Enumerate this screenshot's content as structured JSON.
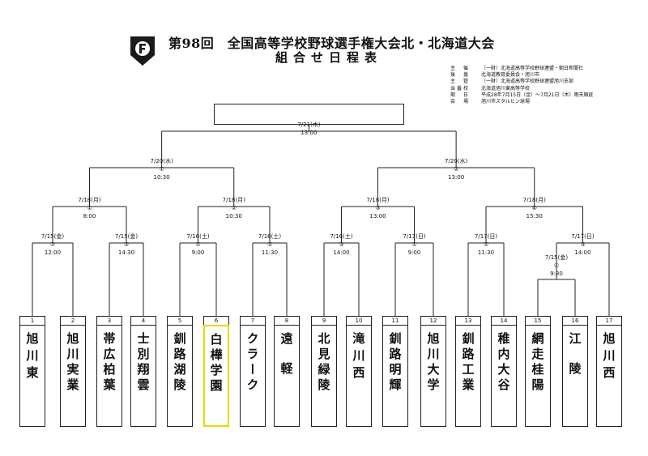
{
  "header": {
    "title": "第98回　全国高等学校野球選手権大会北・北海道大会",
    "subtitle": "組合せ日程表"
  },
  "info": [
    {
      "label": "主　催",
      "value": "（一財）北海道高等学校野球連盟・朝日新聞社"
    },
    {
      "label": "後　援",
      "value": "北海道教育委員会・旭川市"
    },
    {
      "label": "主　管",
      "value": "（一財）北海道高等学校野球連盟旭川支部"
    },
    {
      "label": "当番校",
      "value": "北海道旭川東高等学校"
    },
    {
      "label": "期　日",
      "value": "平成28年7月15日（金）〜7月21日（木）雨天順延"
    },
    {
      "label": "会　場",
      "value": "旭川市スタルヒン球場"
    }
  ],
  "final": {
    "date": "7/21(木)",
    "time": "13:00"
  },
  "semis": [
    {
      "date": "7/20(水)",
      "no": "①",
      "time": "10:30"
    },
    {
      "date": "7/20(水)",
      "no": "②",
      "time": "13:00"
    }
  ],
  "quarters": [
    {
      "date": "7/18(月)",
      "no": "①",
      "time": "8:00"
    },
    {
      "date": "7/18(月)",
      "no": "②",
      "time": "10:30"
    },
    {
      "date": "7/18(月)",
      "no": "③",
      "time": "13:00"
    },
    {
      "date": "7/18(月)",
      "no": "④",
      "time": "15:30"
    }
  ],
  "round2": [
    {
      "date": "7/15(金)",
      "no": "②",
      "time": "12:00"
    },
    {
      "date": "7/15(金)",
      "no": "③",
      "time": "14:30"
    },
    {
      "date": "7/16(土)",
      "no": "①",
      "time": "9:00"
    },
    {
      "date": "7/16(土)",
      "no": "②",
      "time": "11:30"
    },
    {
      "date": "7/16(土)",
      "no": "③",
      "time": "14:00"
    },
    {
      "date": "7/17(日)",
      "no": "①",
      "time": "9:00"
    },
    {
      "date": "7/17(日)",
      "no": "②",
      "time": "11:30"
    },
    {
      "date": "7/17(日)",
      "no": "③",
      "time": "14:00"
    }
  ],
  "round1": {
    "date": "7/15(金)",
    "no": "①",
    "time": "9:30"
  },
  "teams": [
    {
      "no": "1",
      "name": "旭川東"
    },
    {
      "no": "2",
      "name": "旭川実業"
    },
    {
      "no": "3",
      "name": "帯広柏葉"
    },
    {
      "no": "4",
      "name": "士別翔雲"
    },
    {
      "no": "5",
      "name": "釧路湖陵"
    },
    {
      "no": "6",
      "name": "白樺学園"
    },
    {
      "no": "7",
      "name": "クラーク"
    },
    {
      "no": "8",
      "name": "遠軽"
    },
    {
      "no": "9",
      "name": "北見緑陵"
    },
    {
      "no": "10",
      "name": "滝川西"
    },
    {
      "no": "11",
      "name": "釧路明輝"
    },
    {
      "no": "12",
      "name": "旭川大学"
    },
    {
      "no": "13",
      "name": "釧路工業"
    },
    {
      "no": "14",
      "name": "稚内大谷"
    },
    {
      "no": "15",
      "name": "網走桂陽"
    },
    {
      "no": "16",
      "name": "江陵"
    },
    {
      "no": "17",
      "name": "旭川西"
    }
  ],
  "highlight_team": "6",
  "colors": {
    "highlight": "#e8d800",
    "line": "#222222"
  }
}
